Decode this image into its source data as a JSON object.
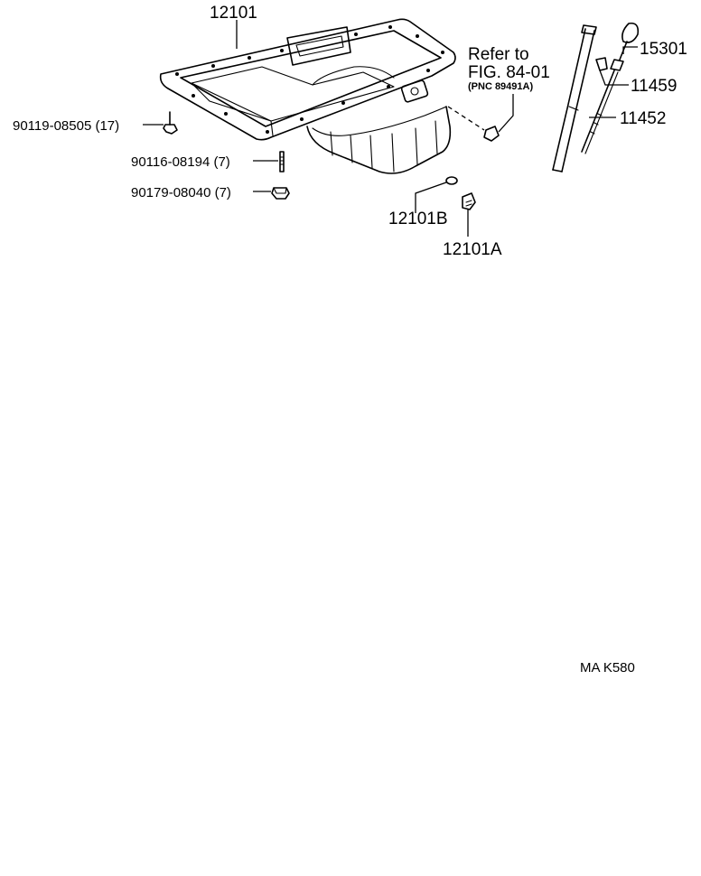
{
  "labels": {
    "oil_pan": "12101",
    "oil_pan_b": "12101B",
    "oil_pan_a": "12101A",
    "bolt": "90119-08505 (17)",
    "stud": "90116-08194 (7)",
    "nut": "90179-08040 (7)",
    "gauge_guide": "15301",
    "oring": "11459",
    "gauge": "11452",
    "refer_line1": "Refer to",
    "refer_line2": "FIG. 84-01",
    "refer_line3": "(PNC 89491A)",
    "diagram_code": "MA K580"
  }
}
